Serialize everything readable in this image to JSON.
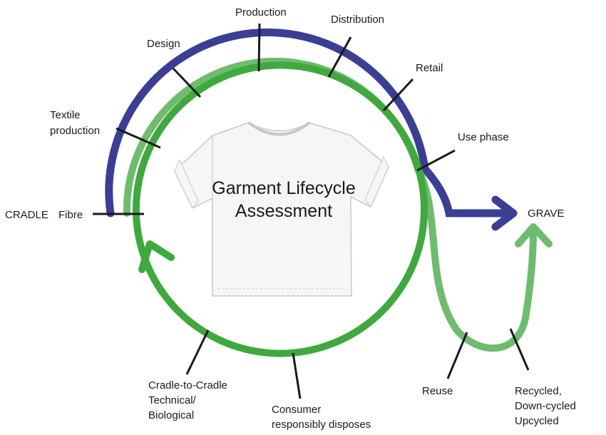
{
  "title": {
    "line1": "Garment Lifecycle",
    "line2": "Assessment"
  },
  "stages": {
    "cradle": "CRADLE",
    "fibre": "Fibre",
    "textile_1": "Textile",
    "textile_2": "production",
    "design": "Design",
    "production": "Production",
    "distribution": "Distribution",
    "retail": "Retail",
    "use_phase": "Use phase",
    "grave": "GRAVE"
  },
  "end_of_life": {
    "reuse": "Reuse",
    "recycled_1": "Recycled,",
    "recycled_2": "Down-cycled",
    "recycled_3": "Upcycled",
    "consumer_1": "Consumer",
    "consumer_2": "responsibly disposes",
    "c2c_1": "Cradle-to-Cradle",
    "c2c_2": "Technical/",
    "c2c_3": "Biological"
  },
  "colors": {
    "navy_path": "#3b3f94",
    "light_green_path": "#6ebc6e",
    "green_loop": "#3fa93f",
    "tick": "#1a1a1a",
    "shirt_fill": "#f6f6f6",
    "shirt_stroke": "#c8c8c8"
  },
  "icons": {
    "garment": "tshirt-icon"
  }
}
